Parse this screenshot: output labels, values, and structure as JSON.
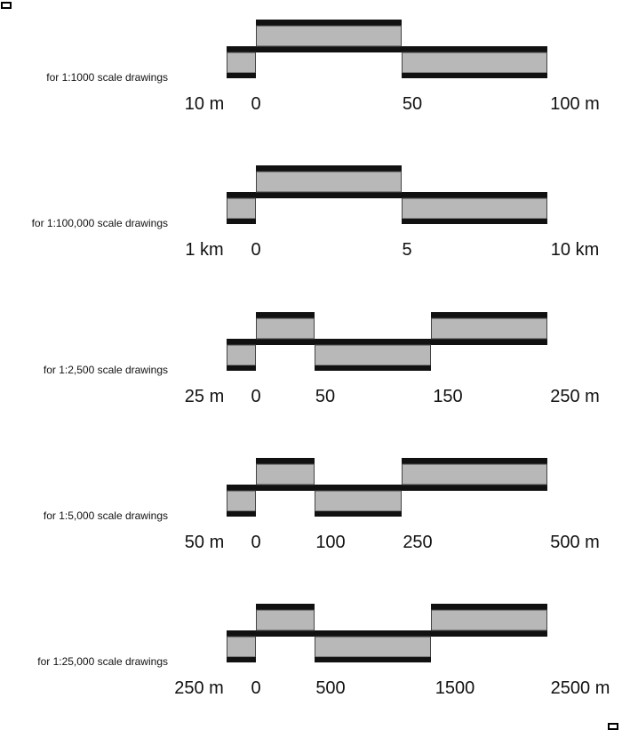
{
  "scalebars": [
    {
      "label": "for 1:1000 scale drawings",
      "boundaries": [
        255,
        288,
        452,
        616
      ],
      "tick_labels": [
        {
          "text": "10 m",
          "at": 230
        },
        {
          "text": "0",
          "at": 288
        },
        {
          "text": "50",
          "at": 464
        },
        {
          "text": "100 m",
          "at": 647
        }
      ]
    },
    {
      "label": "for 1:100,000 scale drawings",
      "boundaries": [
        255,
        288,
        452,
        616
      ],
      "tick_labels": [
        {
          "text": "1 km",
          "at": 230
        },
        {
          "text": "0",
          "at": 288
        },
        {
          "text": "5",
          "at": 458
        },
        {
          "text": "10 km",
          "at": 647
        }
      ]
    },
    {
      "label": "for 1:2,500 scale drawings",
      "boundaries": [
        255,
        288,
        354,
        485,
        616
      ],
      "tick_labels": [
        {
          "text": "25 m",
          "at": 230
        },
        {
          "text": "0",
          "at": 288
        },
        {
          "text": "50",
          "at": 366
        },
        {
          "text": "150",
          "at": 504
        },
        {
          "text": "250 m",
          "at": 647
        }
      ]
    },
    {
      "label": "for 1:5,000 scale drawings",
      "boundaries": [
        255,
        288,
        354,
        452,
        616
      ],
      "tick_labels": [
        {
          "text": "50 m",
          "at": 230
        },
        {
          "text": "0",
          "at": 288
        },
        {
          "text": "100",
          "at": 372
        },
        {
          "text": "250",
          "at": 470
        },
        {
          "text": "500 m",
          "at": 647
        }
      ]
    },
    {
      "label": "for 1:25,000 scale drawings",
      "boundaries": [
        255,
        288,
        354,
        485,
        616
      ],
      "tick_labels": [
        {
          "text": "250 m",
          "at": 224
        },
        {
          "text": "0",
          "at": 288
        },
        {
          "text": "500",
          "at": 372
        },
        {
          "text": "1500",
          "at": 512
        },
        {
          "text": "2500 m",
          "at": 653
        }
      ]
    }
  ]
}
